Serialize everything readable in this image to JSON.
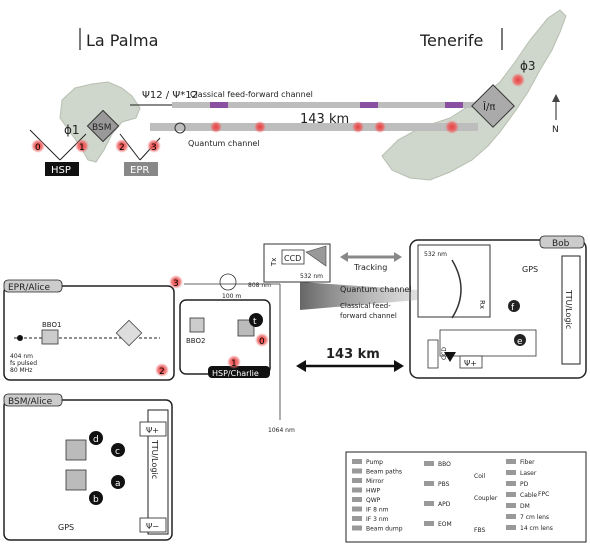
{
  "map": {
    "island_left": "La Palma",
    "island_right": "Tenerife",
    "psi_label": "Ψ12 / Ψ*12",
    "phi1": "ϕ1",
    "phi3": "ϕ3",
    "bsm": "BSM",
    "hsp": "HSP",
    "epr": "EPR",
    "distance": "143 km",
    "classical_channel": "Classical feed-forward channel",
    "quantum_channel": "Quantum channel",
    "north": "N",
    "detectors": [
      "0",
      "1",
      "2",
      "3"
    ],
    "tenerife_op": "Î/π"
  },
  "setup": {
    "epr_alice": "EPR/Alice",
    "bsm_alice": "BSM/Alice",
    "hsp_charlie": "HSP/Charlie",
    "bob": "Bob",
    "tx": "Tx",
    "rx": "Rx",
    "ccd": "CCD",
    "ccd2": "CCD",
    "tracking": "Tracking",
    "quantum_channel": "Quantum channel",
    "classical_line1": "Classical feed-",
    "classical_line2": "forward channel",
    "distance": "143 km",
    "bbo1": "BBO1",
    "bbo2": "BBO2",
    "laser_404_1": "404 nm",
    "laser_404_2": "fs pulsed",
    "laser_404_3": "80 MHz",
    "nm532_a": "532 nm",
    "nm532_b": "532 nm",
    "nm808": "808 nm",
    "nm1064": "1064 nm",
    "m100": "100 m",
    "gps_bob": "GPS",
    "gps_alice": "GPS",
    "ttu_bob": "TTU/Logic",
    "ttu_alice": "TTU/Logic",
    "psi_plus": "Ψ+",
    "psi_plus_alice": "Ψ+",
    "psi_minus_alice": "Ψ−",
    "det_t": "t",
    "det_0": "0",
    "det_1": "1",
    "det_2": "2",
    "det_3": "3",
    "det_a": "a",
    "det_b": "b",
    "det_c": "c",
    "det_d": "d",
    "det_e": "e",
    "det_f": "f"
  },
  "legend": {
    "col1": [
      "Pump",
      "Beam paths",
      "Mirror",
      "HWP",
      "QWP",
      "IF 8 nm",
      "IF 3 nm",
      "Beam dump"
    ],
    "col2": [
      "BBO",
      "PBS",
      "APD",
      "EOM"
    ],
    "col2_coil": "Coil",
    "col2_coupler": "Coupler",
    "col2_fbs": "FBS",
    "col3": [
      "Fiber",
      "Laser",
      "PD",
      "Cable",
      "DM",
      "7 cm lens",
      "14 cm lens"
    ],
    "col3_fpc": "FPC"
  },
  "colors": {
    "dot": "#e84040",
    "purple": "#8a4fa0",
    "map": "#c9cfc4"
  }
}
